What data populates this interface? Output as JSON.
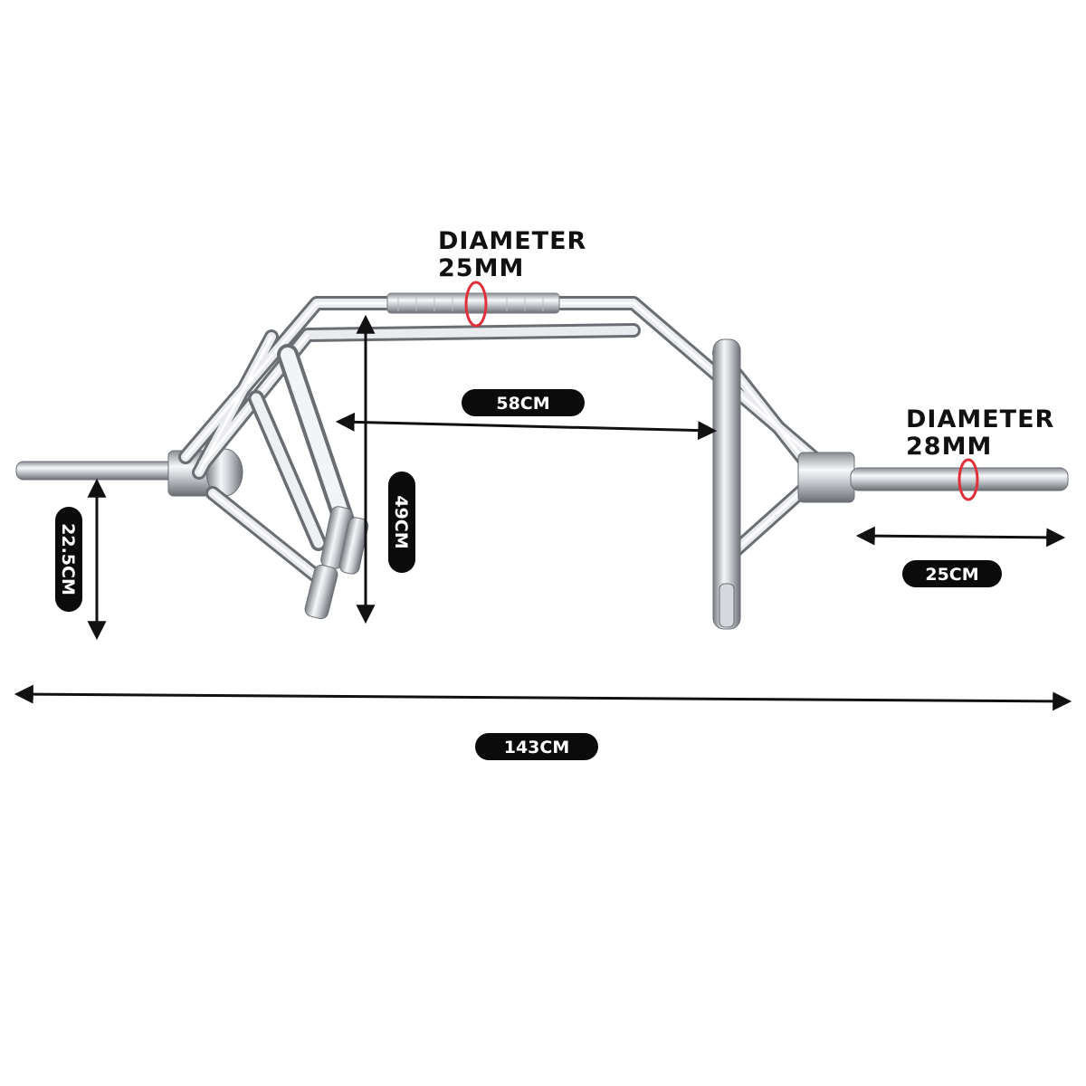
{
  "dimensions": {
    "overall_length": "143CM",
    "inner_width": "58CM",
    "frame_height": "49CM",
    "handle_height": "22.5CM",
    "sleeve_length": "25CM"
  },
  "diameters": {
    "handle": {
      "line1": "DIAMETER",
      "line2": "25MM"
    },
    "sleeve": {
      "line1": "DIAMETER",
      "line2": "28MM"
    }
  },
  "colors": {
    "pill": "#0b0b0b",
    "arrow": "#111111",
    "ring": "#e0303a",
    "chrome_dark": "#6f7378",
    "chrome_light": "#f4f5f7"
  }
}
